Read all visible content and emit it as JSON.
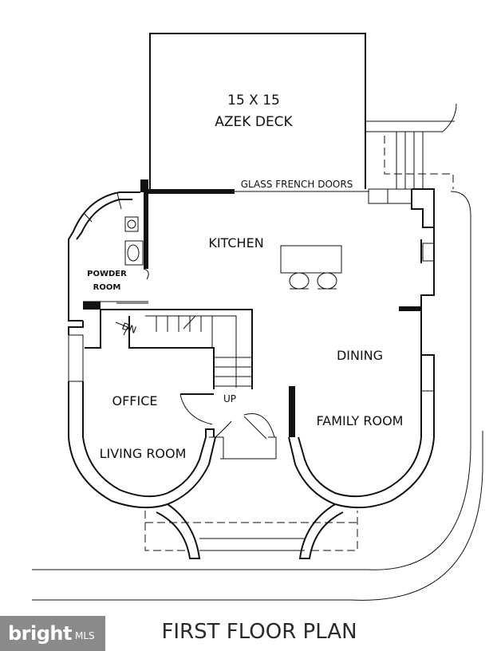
{
  "plan": {
    "title": "FIRST FLOOR PLAN",
    "rooms": {
      "deck_size": "15 X 15",
      "deck_name": "AZEK DECK",
      "french_doors": "GLASS FRENCH DOORS",
      "kitchen": "KITCHEN",
      "powder_line1": "POWDER",
      "powder_line2": "ROOM",
      "dining": "DINING",
      "office": "OFFICE",
      "family_room": "FAMILY ROOM",
      "living_room": "LIVING ROOM",
      "stair_down": "DN",
      "stair_up": "UP"
    }
  },
  "watermark": {
    "logo": "bright",
    "suffix": "MLS"
  }
}
